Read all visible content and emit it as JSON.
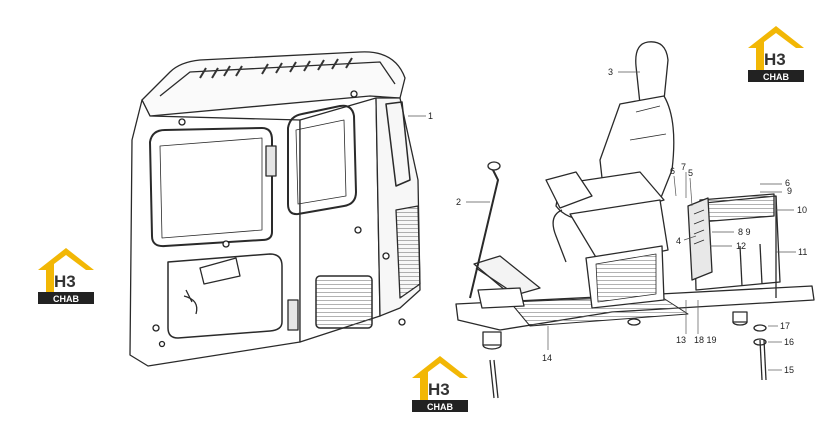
{
  "logo": {
    "main": "H3",
    "sub": "CHAB",
    "accent": "#f2b705",
    "dark": "#222222"
  },
  "callouts": {
    "c1": "1",
    "c2": "2",
    "c3": "3",
    "c4": "4",
    "c5": "5",
    "c6a": "6",
    "c6b": "6",
    "c7": "7",
    "c8_9": "8 9",
    "c9": "9",
    "c10": "10",
    "c11": "11",
    "c12": "12",
    "c13": "13",
    "c14": "14",
    "c15": "15",
    "c16": "16",
    "c17": "17",
    "c18_19": "18 19"
  }
}
